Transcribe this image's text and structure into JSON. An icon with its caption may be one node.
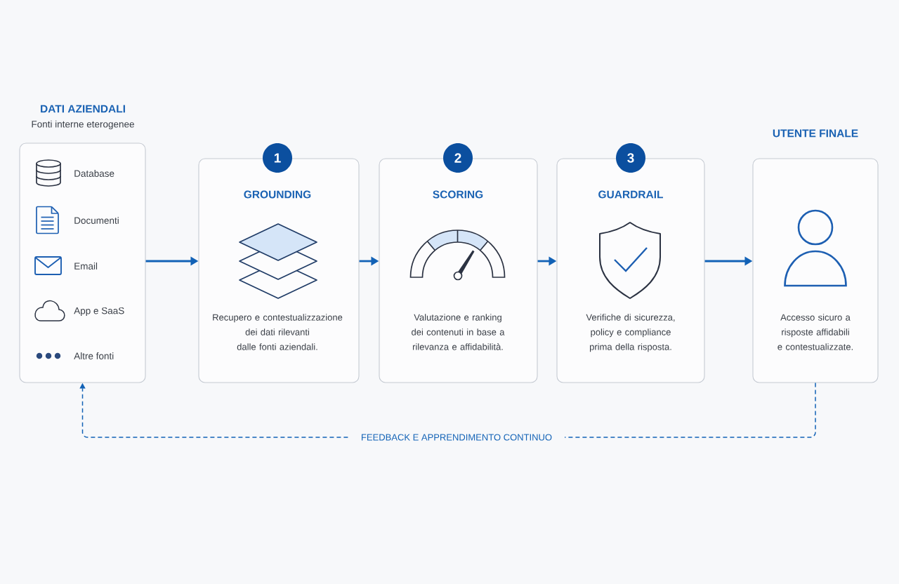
{
  "diagram": {
    "nodes": [
      {
        "text": [
          "DATI AZIENDALI",
          "Fonti interne eterogenee",
          "Database",
          "Documenti",
          "Email",
          "App e SaaS",
          "Altre fonti"
        ]
      },
      {
        "text": [
          "1"
        ]
      },
      {
        "text": [
          "GROUNDING",
          "Recupero e contestualizzazione dei dati rilevanti dalle fonti aziendali."
        ]
      },
      {
        "text": [
          "2"
        ]
      },
      {
        "text": [
          "SCORING",
          "Valutazione e ranking dei contenuti in base a rilevanza e affidabilità."
        ]
      },
      {
        "text": [
          "3"
        ]
      },
      {
        "text": [
          "GUARDRAIL",
          "Verifiche di sicurezza, policy e compliance prima della risposta."
        ]
      },
      {
        "text": [
          "UTENTE FINALE",
          "Accesso sicuro a risposte affidabili e contestualizzate."
        ]
      }
    ],
    "edges": [
      {
        "from": 0,
        "to": 2,
        "arrow": "to"
      },
      {
        "from": 2,
        "to": 4,
        "arrow": "to"
      },
      {
        "from": 4,
        "to": 6,
        "arrow": "to"
      },
      {
        "from": 6,
        "to": 7,
        "arrow": "to"
      },
      {
        "from": 7,
        "to": 0,
        "arrow": "to",
        "label": "FEEDBACK E APPRENDIMENTO CONTINUO",
        "style": "dashed"
      }
    ]
  }
}
